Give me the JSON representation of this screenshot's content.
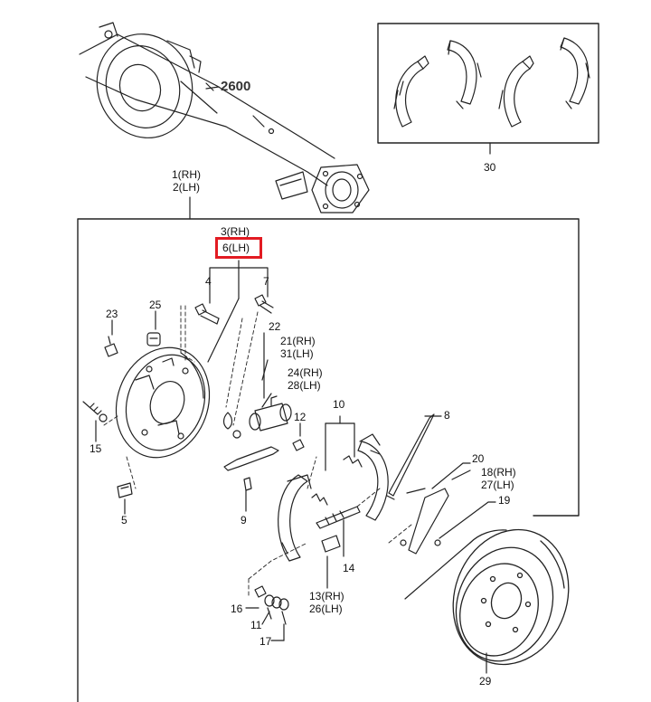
{
  "accent_color": "#e21b22",
  "highlighted_part": "6(LH)",
  "labels": {
    "p2600": "2600",
    "p1": "1(RH)",
    "p2": "2(LH)",
    "p30": "30",
    "p3": "3(RH)",
    "p6": "6(LH)",
    "p4": "4",
    "p7": "7",
    "p23": "23",
    "p25": "25",
    "p22": "22",
    "p21": "21(RH)",
    "p31": "31(LH)",
    "p24": "24(RH)",
    "p28": "28(LH)",
    "p10": "10",
    "p8": "8",
    "p12": "12",
    "p15": "15",
    "p20": "20",
    "p18": "18(RH)",
    "p27": "27(LH)",
    "p19": "19",
    "p5": "5",
    "p9": "9",
    "p14": "14",
    "p13": "13(RH)",
    "p26": "26(LH)",
    "p16": "16",
    "p11": "11",
    "p17": "17",
    "p29": "29"
  }
}
